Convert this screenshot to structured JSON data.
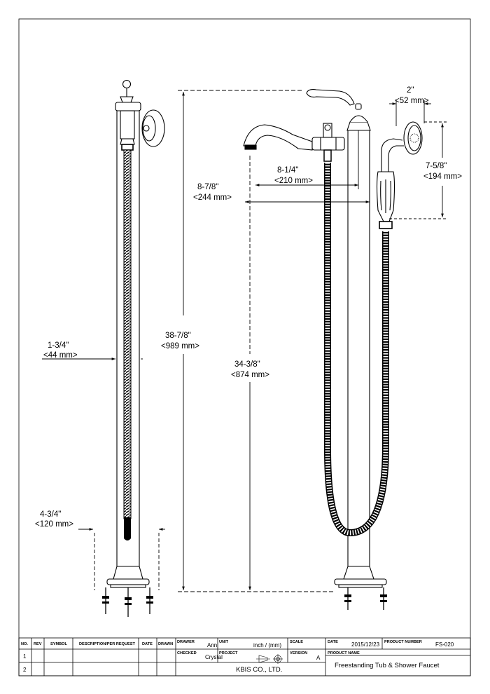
{
  "dimensions": {
    "base_width": {
      "in": "4-3/4\"",
      "mm": "<120 mm>"
    },
    "pipe_diameter": {
      "in": "1-3/4\"",
      "mm": "<44 mm>"
    },
    "total_height": {
      "in": "38-7/8\"",
      "mm": "<989 mm>"
    },
    "spout_height": {
      "in": "34-3/8\"",
      "mm": "<874 mm>"
    },
    "spout_reach": {
      "in": "8-7/8\"",
      "mm": "<244 mm>"
    },
    "handle_reach": {
      "in": "8-1/4\"",
      "mm": "<210 mm>"
    },
    "handshower_width": {
      "in": "2\"",
      "mm": "<52 mm>"
    },
    "handshower_length": {
      "in": "7-5/8\"",
      "mm": "<194 mm>"
    }
  },
  "title_block": {
    "headers": {
      "no": "NO.",
      "rev": "REV",
      "symbol": "SYMBOL",
      "description": "DESCRIPTION/PER REQUEST",
      "date": "DATE",
      "drawn": "DRAWN"
    },
    "rows": [
      "1",
      "2"
    ],
    "drawer_label": "DRAWER",
    "drawer_value": "Ann",
    "checked_label": "CHECKED",
    "checked_value": "Crystal",
    "unit_label": "UNIT",
    "unit_value": "inch / (mm)",
    "project_label": "PROJECT",
    "scale_label": "SCALE",
    "version_label": "VERSION",
    "version_value": "A",
    "date_label": "DATE",
    "date_value": "2015/12/23",
    "product_number_label": "PRODUCT NUMBER",
    "product_number_value": "FS-020",
    "product_name_label": "PRODUCT NAME",
    "product_name_value": "Freestanding Tub & Shower Faucet",
    "company": "KBIS CO., LTD."
  }
}
